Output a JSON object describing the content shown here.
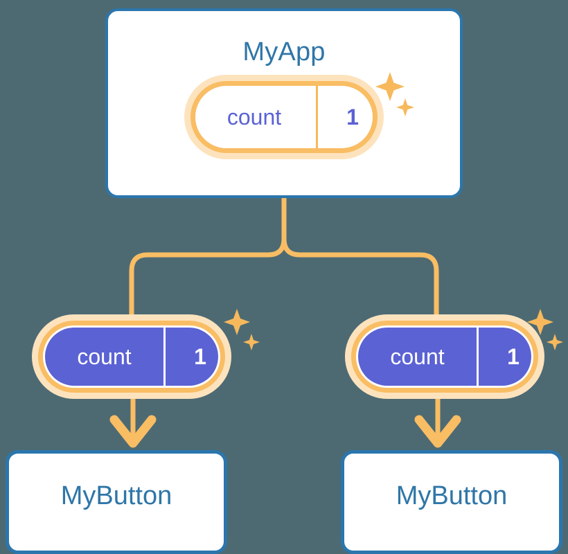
{
  "background_color": "#4d6a73",
  "theme": {
    "card_border": "#2b76ad",
    "card_fill": "#ffffff",
    "title_text": "#2f76a8",
    "pill_ring_outer": "#fde3bd",
    "pill_ring_inner": "#f9bd64",
    "pill_fill_purple": "#5b62d4",
    "state_text": "#5b62d4",
    "state_text_on_fill": "#ffffff",
    "connector": "#f9bd64",
    "sparkle": "#f7b95c"
  },
  "diagram": {
    "type": "component-tree",
    "root": {
      "name": "app-component",
      "title": "MyApp",
      "state": {
        "key": "count",
        "value": "1",
        "style": "hollow"
      },
      "sparkle": "sparkle-icon"
    },
    "branches": [
      {
        "name": "left-branch",
        "state": {
          "key": "count",
          "value": "1",
          "style": "filled"
        },
        "sparkle": "sparkle-icon",
        "child": {
          "name": "button-component-left",
          "title": "MyButton"
        }
      },
      {
        "name": "right-branch",
        "state": {
          "key": "count",
          "value": "1",
          "style": "filled"
        },
        "sparkle": "sparkle-icon",
        "child": {
          "name": "button-component-right",
          "title": "MyButton"
        }
      }
    ]
  }
}
